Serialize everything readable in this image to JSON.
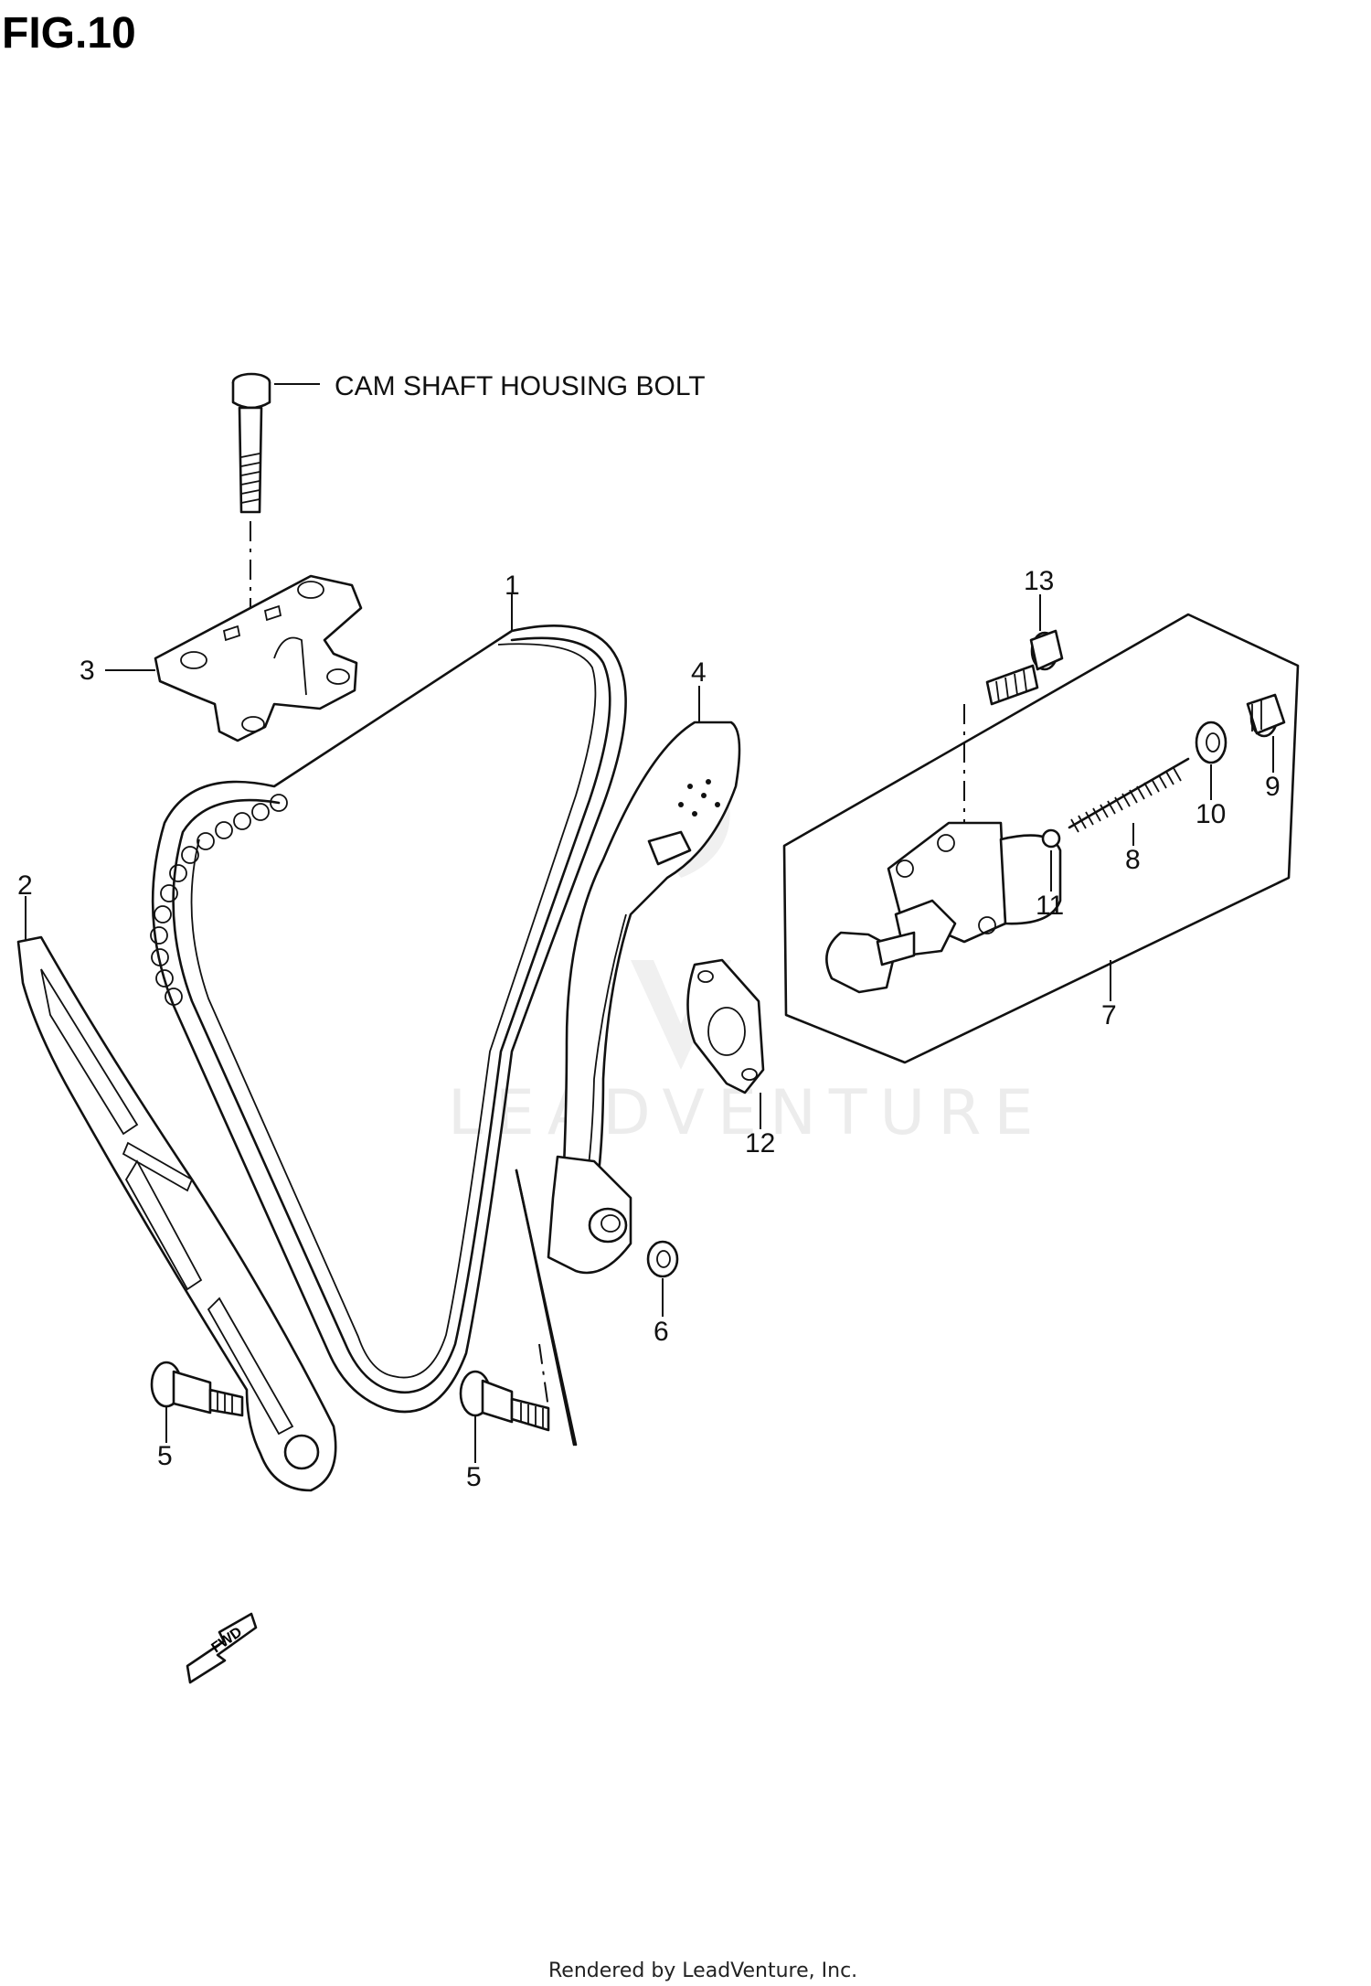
{
  "figure": {
    "title": "FIG.10",
    "note": "CAM SHAFT HOUSING BOLT",
    "footer": "Rendered by LeadVenture, Inc.",
    "watermark": "LEADVENTURE",
    "direction_label": "FWD"
  },
  "callouts": {
    "c1": "1",
    "c2": "2",
    "c3": "3",
    "c4": "4",
    "c5a": "5",
    "c5b": "5",
    "c6": "6",
    "c7": "7",
    "c8": "8",
    "c9": "9",
    "c10": "10",
    "c11": "11",
    "c12": "12",
    "c13": "13"
  }
}
